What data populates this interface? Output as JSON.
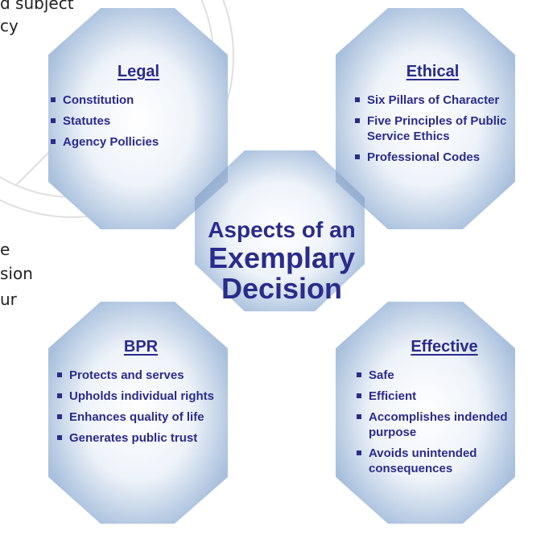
{
  "background_text": [
    "d subject",
    "cy",
    "e",
    "sion",
    "ur"
  ],
  "center": {
    "line1": "Aspects of an",
    "line2": "Exemplary",
    "line3": "Decision"
  },
  "boxes": {
    "legal": {
      "title": "Legal",
      "items": [
        "Constitution",
        "Statutes",
        "Agency Pollicies"
      ]
    },
    "ethical": {
      "title": "Ethical",
      "items": [
        "Six Pillars of Character",
        "Five Principles of Public Service Ethics",
        "Professional Codes"
      ]
    },
    "bpr": {
      "title": "BPR",
      "items": [
        "Protects and serves",
        "Upholds individual rights",
        "Enhances quality of life",
        "Generates public trust"
      ]
    },
    "effective": {
      "title": "Effective",
      "items": [
        "Safe",
        "Efficient",
        "Accomplishes indended purpose",
        "Avoids unintended consequences"
      ]
    }
  },
  "colors": {
    "text": "#2b2b8c",
    "octagon_light": "#ffffff",
    "octagon_dark": "#b7cbe3",
    "overlap": "#7d9cc4"
  }
}
